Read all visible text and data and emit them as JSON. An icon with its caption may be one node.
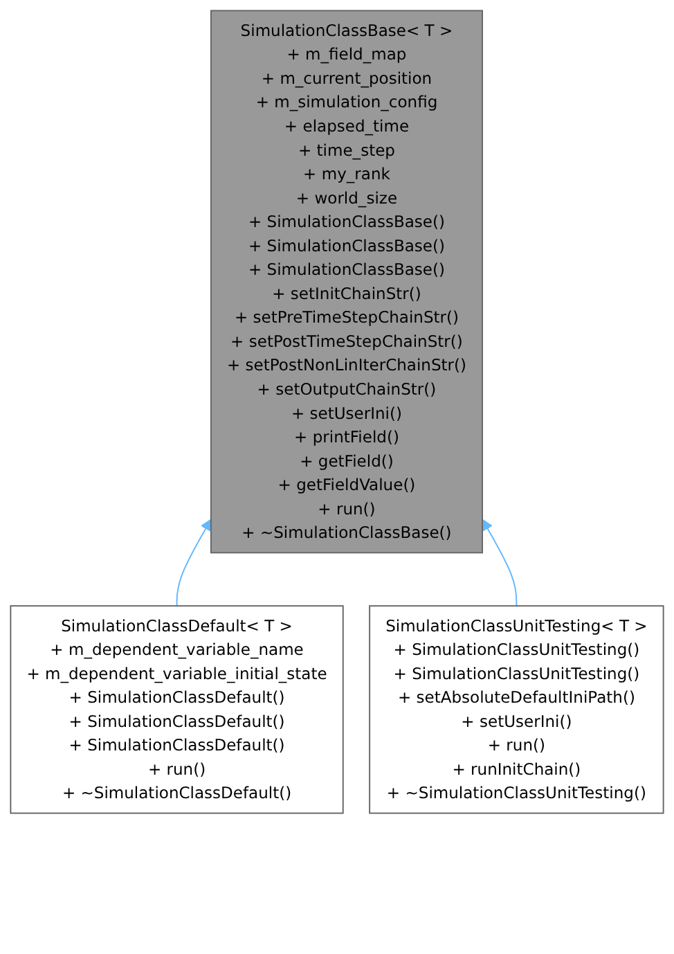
{
  "diagram": {
    "nodes": [
      {
        "text": [
          "SimulationClassBase< T >",
          "+ m_field_map",
          "+ m_current_position",
          "+ m_simulation_config",
          "+ elapsed_time",
          "+ time_step",
          "+ my_rank",
          "+ world_size",
          "+ SimulationClassBase()",
          "+ SimulationClassBase()",
          "+ SimulationClassBase()",
          "+ setInitChainStr()",
          "+ setPreTimeStepChainStr()",
          "+ setPostTimeStepChainStr()",
          "+ setPostNonLinIterChainStr()",
          "+ setOutputChainStr()",
          "+ setUserIni()",
          "+ printField()",
          "+ getField()",
          "+ getFieldValue()",
          "+ run()",
          "+ ~SimulationClassBase()"
        ]
      },
      {
        "text": [
          "SimulationClassDefault< T >",
          "+ m_dependent_variable_name",
          "+ m_dependent_variable_initial_state",
          "+ SimulationClassDefault()",
          "+ SimulationClassDefault()",
          "+ SimulationClassDefault()",
          "+ run()",
          "+ ~SimulationClassDefault()"
        ]
      },
      {
        "text": [
          "SimulationClassUnitTesting< T >",
          "+ SimulationClassUnitTesting()",
          "+ SimulationClassUnitTesting()",
          "+ setAbsoluteDefaultIniPath()",
          "+ setUserIni()",
          "+ run()",
          "+ runInitChain()",
          "+ ~SimulationClassUnitTesting()"
        ]
      }
    ],
    "edges": [
      {
        "from": 1,
        "to": 0,
        "arrow": "to"
      },
      {
        "from": 2,
        "to": 0,
        "arrow": "to"
      }
    ]
  }
}
